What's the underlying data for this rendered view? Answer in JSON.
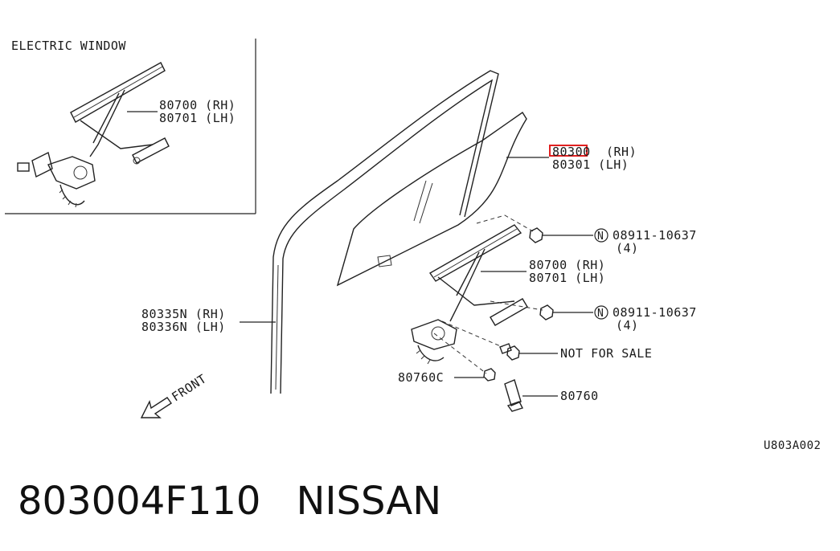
{
  "inset": {
    "title": "ELECTRIC WINDOW",
    "label_rh": "80700  (RH)",
    "label_lh": "80701  (LH)"
  },
  "labels": {
    "glass_rh_part": "80300",
    "glass_rh_suffix": "(RH)",
    "glass_lh": "80301  (LH)",
    "nut_top_code": "08911-10637",
    "nut_top_qty": "(4)",
    "regulator_rh": "80700  (RH)",
    "regulator_lh": "80701  (LH)",
    "nut_bottom_code": "08911-10637",
    "nut_bottom_qty": "(4)",
    "not_for_sale": "NOT FOR SALE",
    "bushing": "80760C",
    "handle": "80760",
    "channel_rh": "80335N (RH)",
    "channel_lh": "80336N (LH)",
    "front": "FRONT",
    "nut_symbol": "N",
    "diagram_code": "U803A002"
  },
  "highlight": {
    "color": "#e02020"
  },
  "footer": {
    "part_number": "803004F110",
    "brand": "NISSAN"
  }
}
